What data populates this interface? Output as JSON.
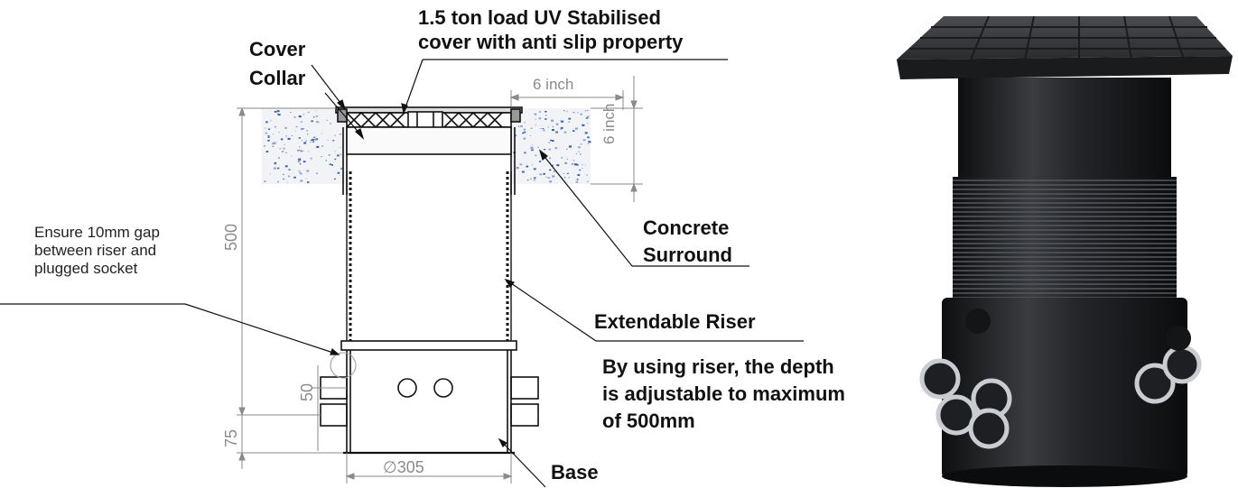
{
  "labels": {
    "cover": "Cover",
    "collar": "Collar",
    "cover_spec_line1": "1.5 ton load UV Stabilised",
    "cover_spec_line2": "cover with anti slip property",
    "concrete_line1": "Concrete",
    "concrete_line2": "Surround",
    "gap_note_line1": "Ensure 10mm gap",
    "gap_note_line2": "between riser and",
    "gap_note_line3": "plugged socket",
    "riser": "Extendable Riser",
    "riser_note_line1": "By using riser, the depth",
    "riser_note_line2": "is adjustable to maximum",
    "riser_note_line3": "of 500mm",
    "base": "Base"
  },
  "dimensions": {
    "surround_width": "6 inch",
    "surround_depth": "6 inch",
    "depth": "500",
    "socket_spacing": "50",
    "base_height": "75",
    "diameter": "305",
    "diameter_symbol": "∅"
  },
  "colors": {
    "line": "#111111",
    "dimension": "#8a8a8a",
    "concrete_speckle": "#3b5fb0",
    "product": "#1c1d1f"
  }
}
